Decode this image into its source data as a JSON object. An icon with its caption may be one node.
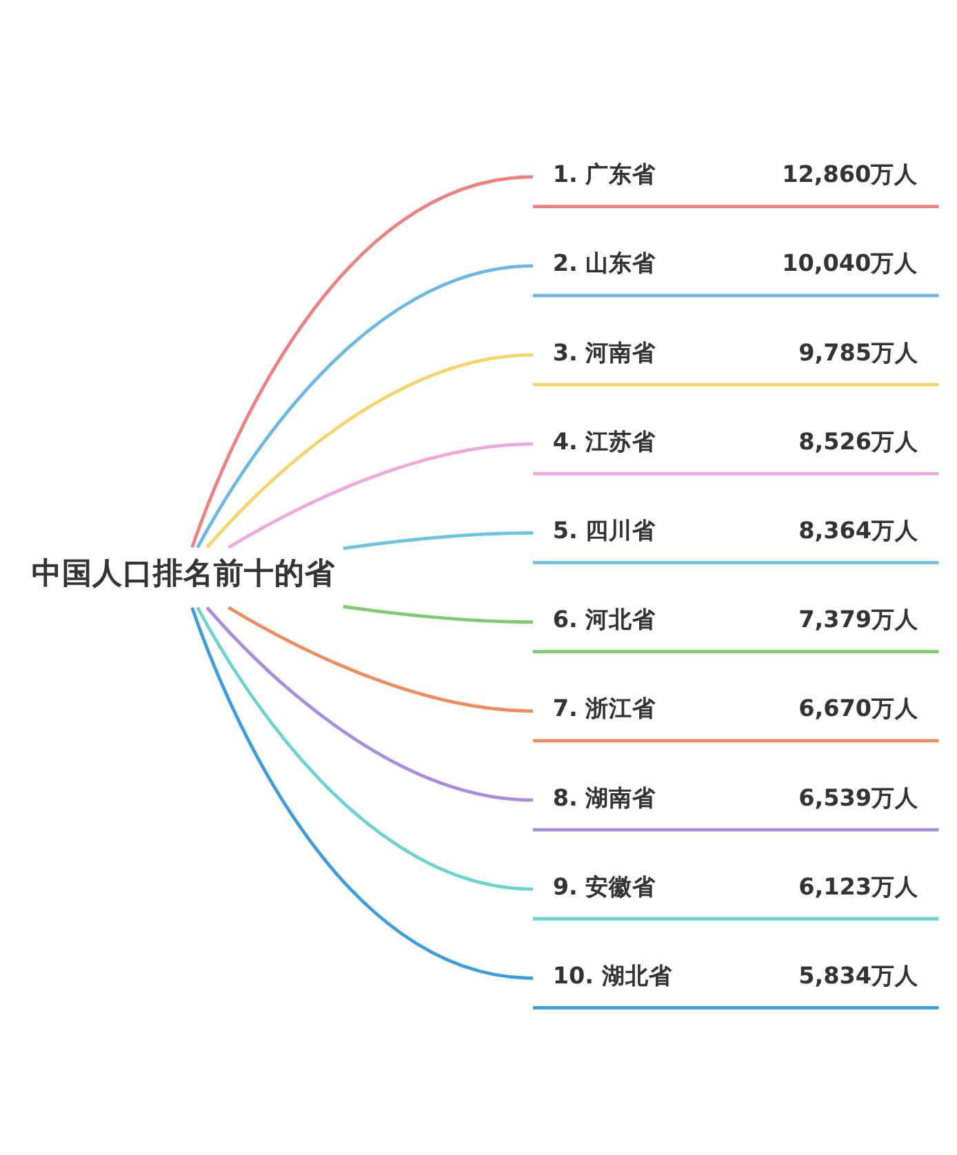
{
  "diagram": {
    "nodes": [
      {
        "text": [
          "中国人口排名前十的省"
        ]
      },
      {
        "text": [
          "1. 广东省",
          "12,860万人"
        ]
      },
      {
        "text": [
          "2. 山东省",
          "10,040万人"
        ]
      },
      {
        "text": [
          "3. 河南省",
          "9,785万人"
        ]
      },
      {
        "text": [
          "4. 江苏省",
          "8,526万人"
        ]
      },
      {
        "text": [
          "5. 四川省",
          "8,364万人"
        ]
      },
      {
        "text": [
          "6. 河北省",
          "7,379万人"
        ]
      },
      {
        "text": [
          "7. 浙江省",
          "6,670万人"
        ]
      },
      {
        "text": [
          "8. 湖南省",
          "6,539万人"
        ]
      },
      {
        "text": [
          "9. 安徽省",
          "6,123万人"
        ]
      },
      {
        "text": [
          "10. 湖北省",
          "5,834万人"
        ]
      }
    ],
    "edges": [
      {
        "from": 0,
        "to": 1,
        "arrow": "none",
        "color": "#f08080"
      },
      {
        "from": 0,
        "to": 2,
        "arrow": "none",
        "color": "#6ab8e8"
      },
      {
        "from": 0,
        "to": 3,
        "arrow": "none",
        "color": "#f9d36a"
      },
      {
        "from": 0,
        "to": 4,
        "arrow": "none",
        "color": "#f0a8dc"
      },
      {
        "from": 0,
        "to": 5,
        "arrow": "none",
        "color": "#6cc4e0"
      },
      {
        "from": 0,
        "to": 6,
        "arrow": "none",
        "color": "#7ccc6c"
      },
      {
        "from": 0,
        "to": 7,
        "arrow": "none",
        "color": "#f08c5c"
      },
      {
        "from": 0,
        "to": 8,
        "arrow": "none",
        "color": "#a88ce0"
      },
      {
        "from": 0,
        "to": 9,
        "arrow": "none",
        "color": "#6cd4d0"
      },
      {
        "from": 0,
        "to": 10,
        "arrow": "none",
        "color": "#3c9ce0"
      }
    ]
  }
}
